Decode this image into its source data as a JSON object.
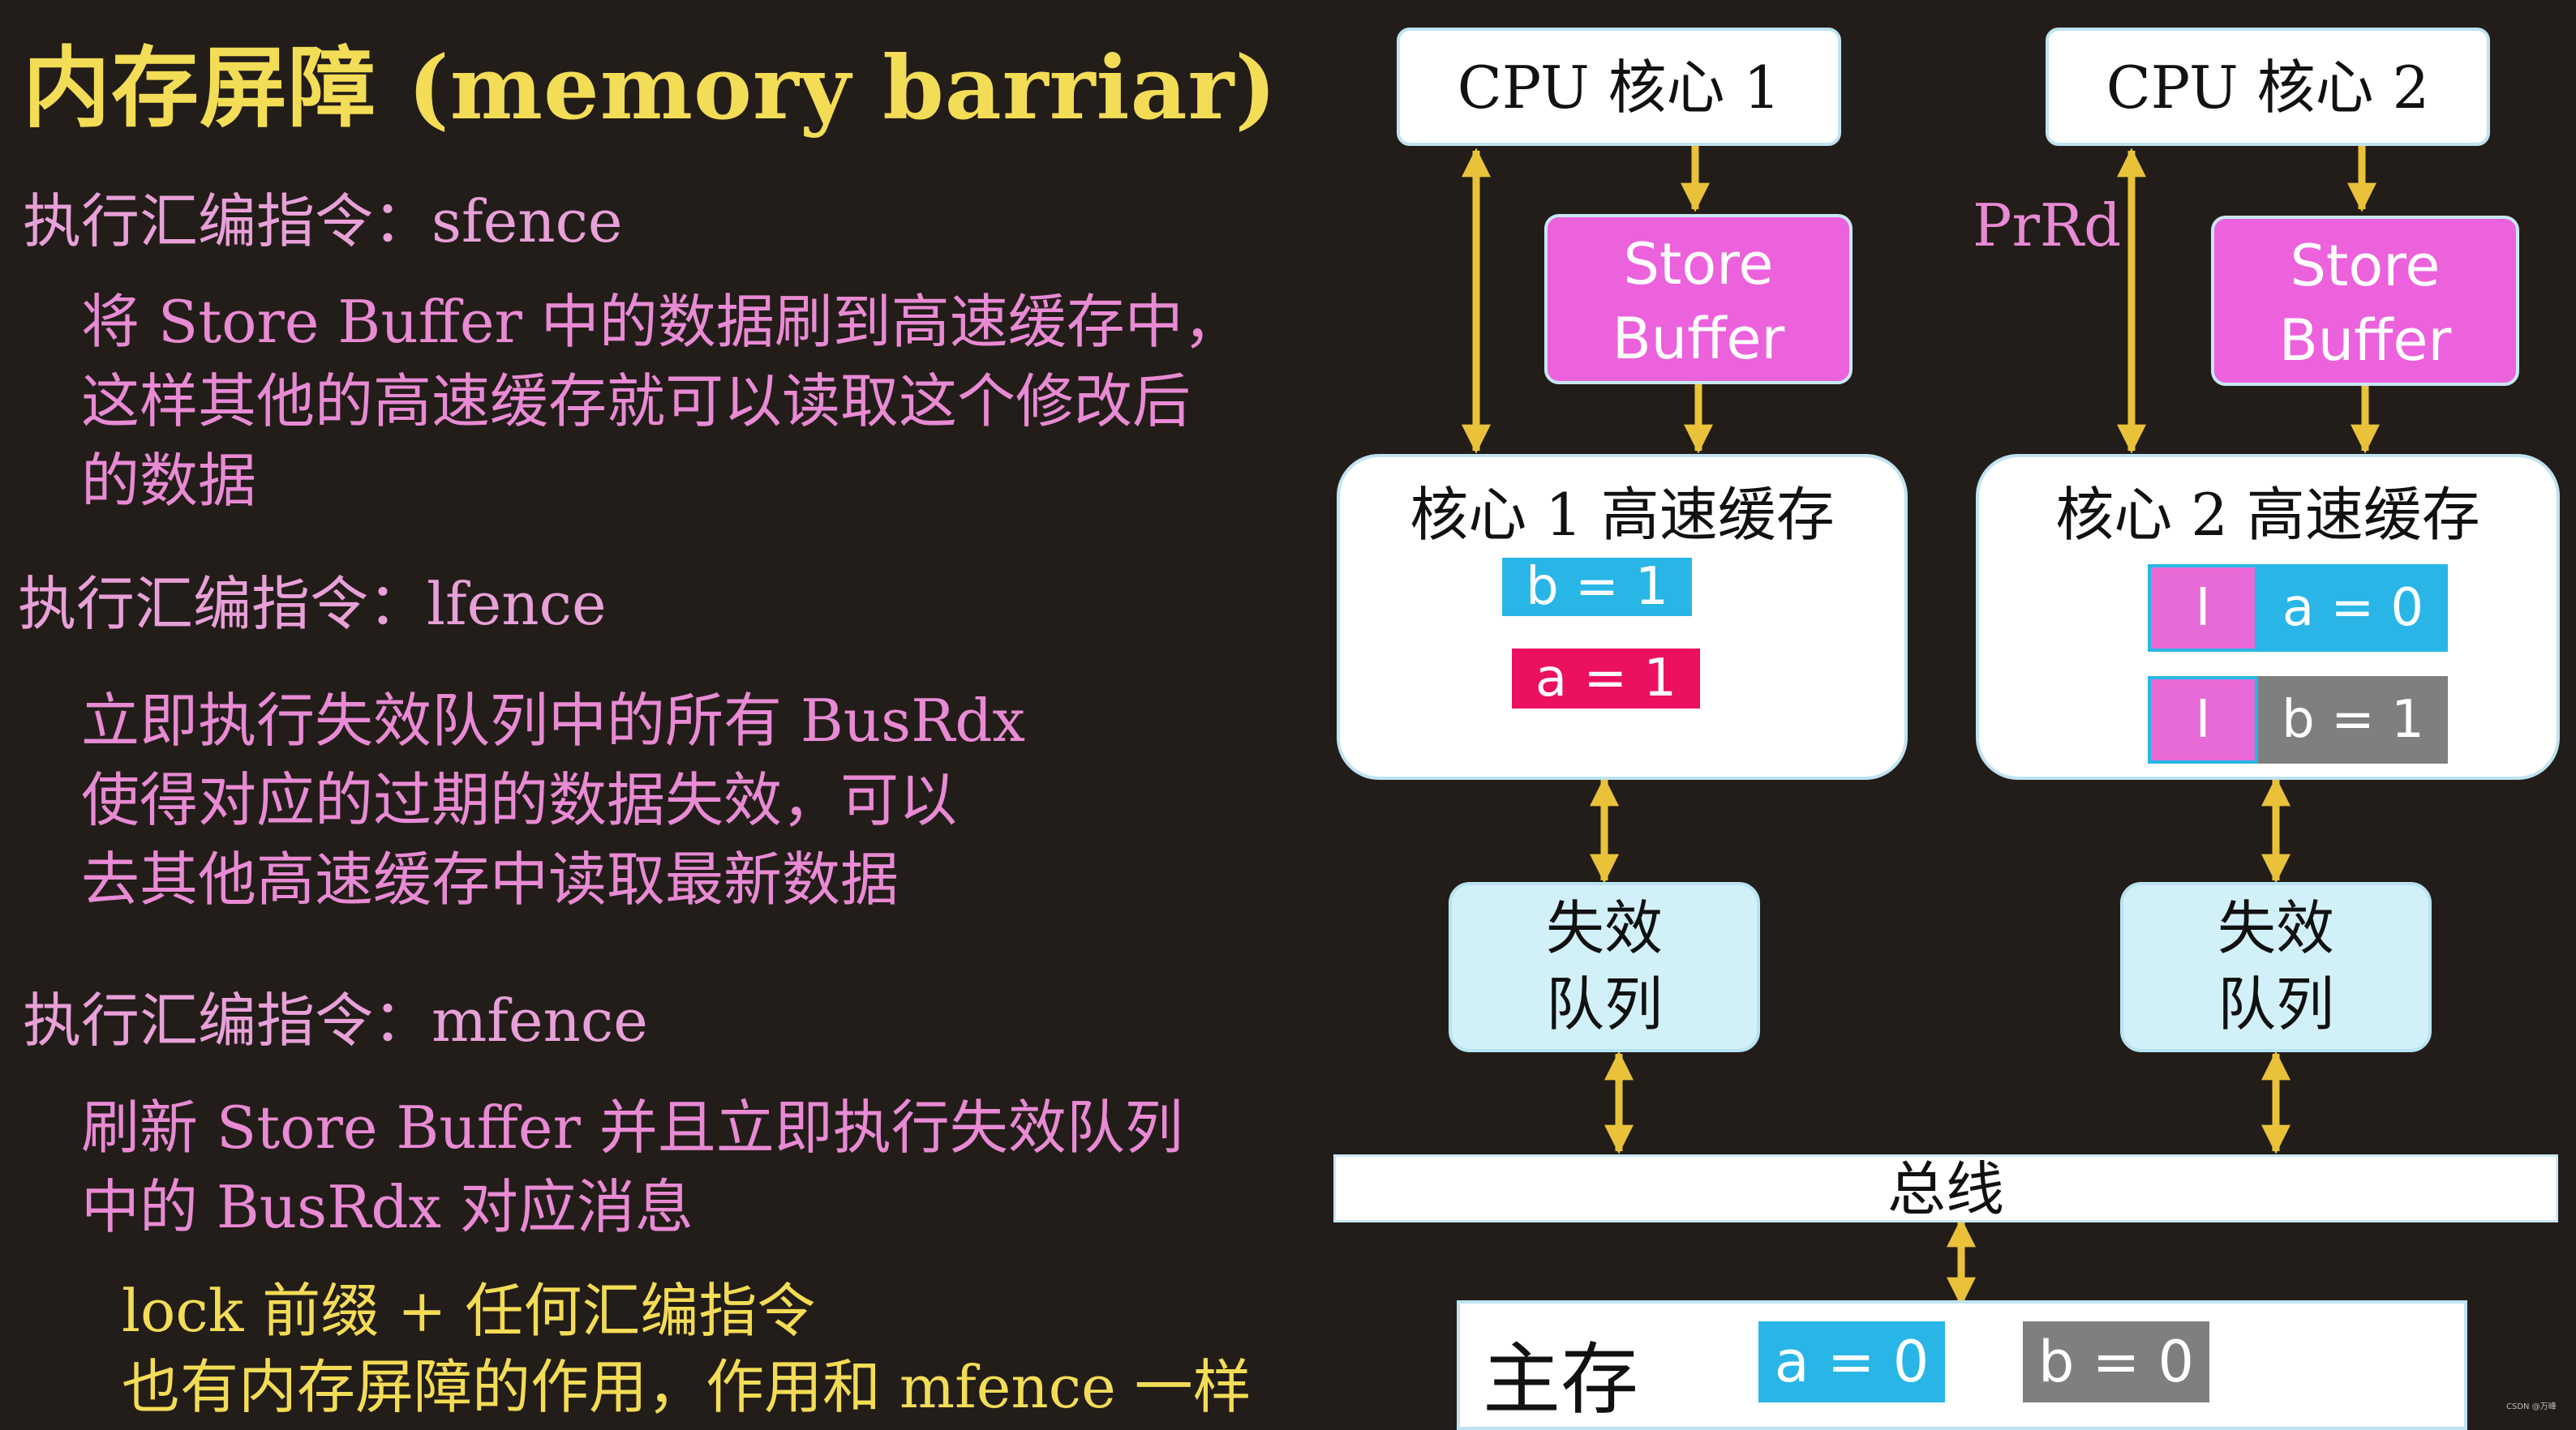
{
  "slide": {
    "title": "内存屏障 (memory barriar)",
    "sections": [
      {
        "heading": "执行汇编指令：sfence",
        "lines": [
          "将 Store Buffer 中的数据刷到高速缓存中，",
          "这样其他的高速缓存就可以读取这个修改后",
          "的数据"
        ]
      },
      {
        "heading": "执行汇编指令：lfence",
        "lines": [
          "立即执行失效队列中的所有 BusRdx",
          "使得对应的过期的数据失效，可以",
          "去其他高速缓存中读取最新数据"
        ]
      },
      {
        "heading": "执行汇编指令：mfence",
        "lines": [
          "刷新 Store Buffer 并且立即执行失效队列",
          "中的 BusRdx 对应消息"
        ]
      }
    ],
    "lock_note": [
      "lock 前缀 + 任何汇编指令",
      "也有内存屏障的作用，作用和 mfence 一样"
    ]
  },
  "diagram": {
    "cpu1": "CPU 核心 1",
    "cpu2": "CPU 核心 2",
    "store_buffer_1": [
      "Store",
      "Buffer"
    ],
    "store_buffer_2": [
      "Store",
      "Buffer"
    ],
    "prrd_label": "PrRd",
    "cache1": {
      "title": "核心 1 高速缓存",
      "entries": [
        "b = 1",
        "a = 1"
      ]
    },
    "cache2": {
      "title": "核心 2 高速缓存",
      "entries": [
        {
          "state": "I",
          "value": "a = 0"
        },
        {
          "state": "I",
          "value": "b = 1"
        }
      ]
    },
    "inval_queue_1": [
      "失效",
      "队列"
    ],
    "inval_queue_2": [
      "失效",
      "队列"
    ],
    "bus": "总线",
    "main_memory": {
      "label": "主存",
      "entries": [
        "a = 0",
        "b = 0"
      ]
    }
  },
  "watermark": "CSDN @万峰",
  "colors": {
    "background": "#231d19",
    "title": "#f3dc56",
    "body_text": "#e88ad4",
    "arrow": "#e9c23a",
    "store_buffer": "#ec62dc",
    "cyan_cell": "#29b6e6",
    "red_cell": "#eb1060",
    "gray_cell": "#7f7f7f",
    "pink_state": "#e86ad6"
  }
}
